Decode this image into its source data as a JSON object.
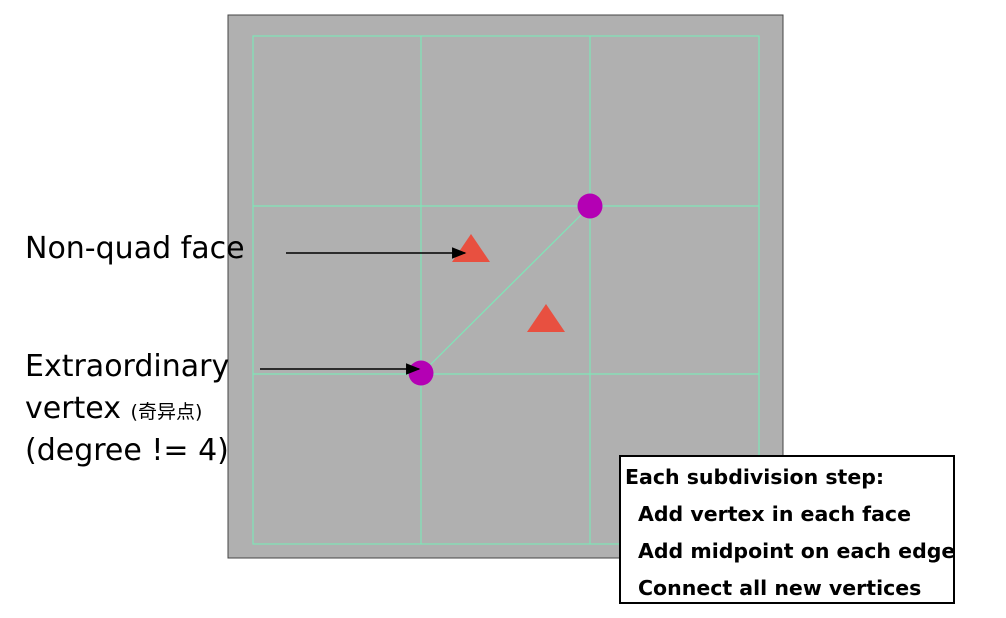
{
  "labels": {
    "non_quad": "Non-quad face",
    "extraordinary_line1": "Extraordinary",
    "extraordinary_line2": "vertex",
    "extraordinary_cn": "(奇异点)",
    "degree": "(degree != 4)"
  },
  "steps": {
    "title": "Each subdivision step:",
    "items": [
      "Add vertex in each face",
      "Add midpoint on each edge",
      "Connect all new vertices"
    ]
  },
  "colors": {
    "panel_fill": "#b0b0b0",
    "panel_border": "#444444",
    "grid_line": "#7fe6b8",
    "vertex": "#b400b4",
    "triangle": "#e85040",
    "arrow": "#000000"
  }
}
